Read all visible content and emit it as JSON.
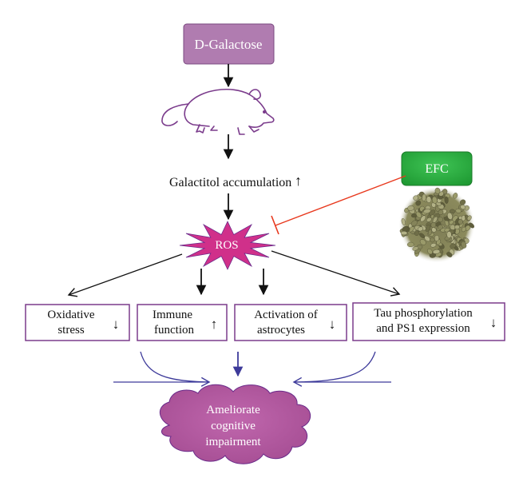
{
  "nodes": {
    "d_galactose": "D-Galactose",
    "galactitol": "Galactitol accumulation",
    "galactitol_arrow": "↑",
    "ros": "ROS",
    "efc": "EFC"
  },
  "outcomes": [
    {
      "line1": "Oxidative",
      "line2": "stress",
      "arrow": "↓"
    },
    {
      "line1": "Immune",
      "line2": "function",
      "arrow": "↑"
    },
    {
      "line1": "Activation of",
      "line2": "astrocytes",
      "arrow": "↓"
    },
    {
      "line1": "Tau phosphorylation",
      "line2": "and PS1 expression",
      "arrow": "↓"
    }
  ],
  "result": {
    "line1": "Ameliorate",
    "line2": "cognitive",
    "line3": "impairment"
  },
  "colors": {
    "d_galactose_fill": "#b07cb0",
    "mouse_stroke": "#7b3c8c",
    "box_border": "#7b3c8c",
    "ros_fill": "#d0308a",
    "efc_fill": "#2eb043",
    "inhibit_line": "#e8391e",
    "converge_arrow": "#3d3a9a",
    "cloud_fill": "#b6599f",
    "arrow_black": "#111111"
  },
  "icons": {
    "mouse": "mouse-icon",
    "seeds": "hemp-seeds-image"
  }
}
